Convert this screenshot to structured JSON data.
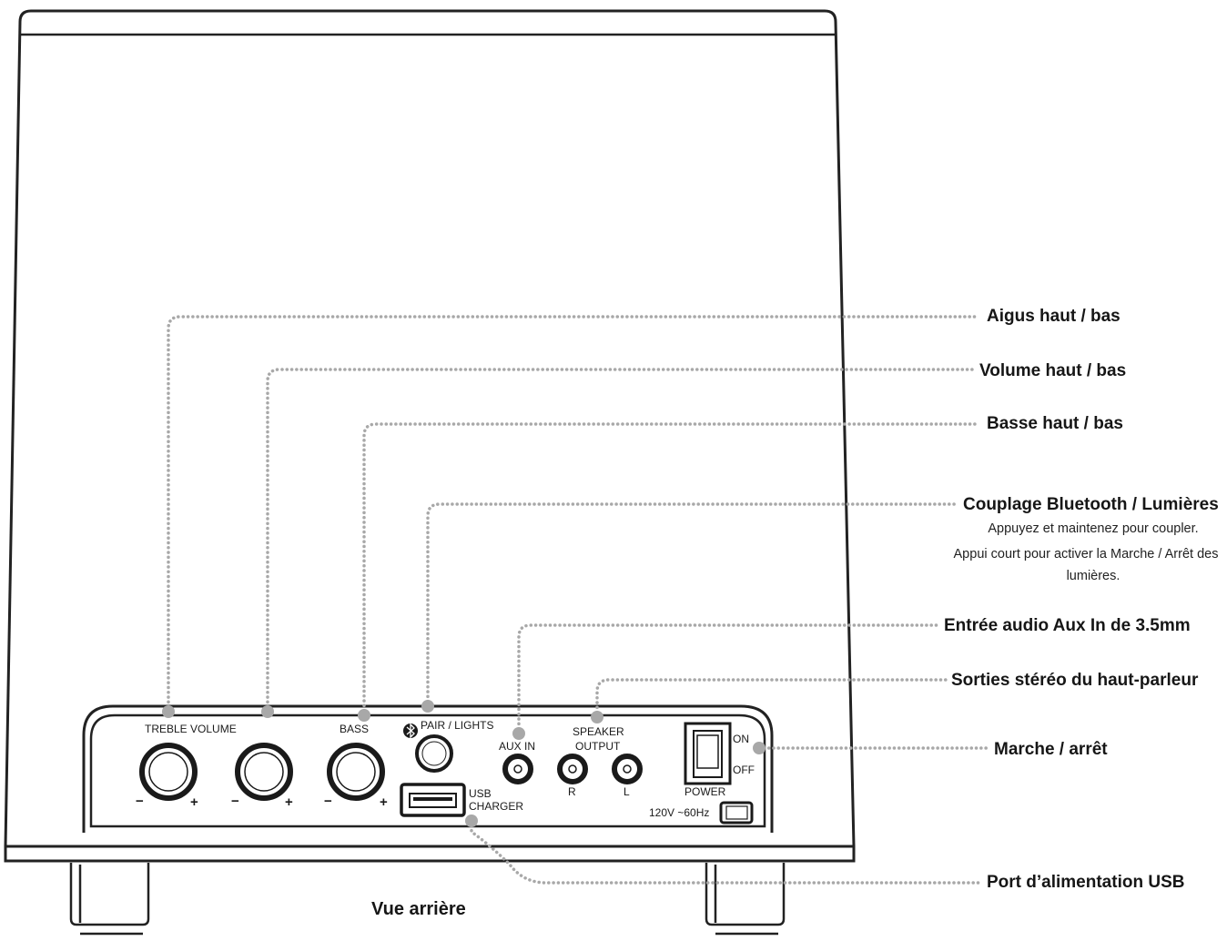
{
  "callouts": {
    "treble": "Aigus haut / bas",
    "volume": "Volume haut / bas",
    "bass": "Basse haut / bas",
    "bluetooth": {
      "title": "Couplage Bluetooth / Lumières",
      "line1": "Appuyez et maintenez pour coupler.",
      "line2": "Appui court pour activer la Marche / Arrêt des",
      "line3": "lumières."
    },
    "aux": "Entrée audio Aux In de 3.5mm",
    "speaker": "Sorties stéréo du haut-parleur",
    "power": "Marche / arrêt",
    "usb": "Port d’alimentation USB"
  },
  "panel": {
    "treble_volume": "TREBLE VOLUME",
    "bass": "BASS",
    "pair_lights": "PAIR / LIGHTS",
    "aux_in": "AUX IN",
    "speaker_line1": "SPEAKER",
    "speaker_line2": "OUTPUT",
    "r": "R",
    "l": "L",
    "on": "ON",
    "off": "OFF",
    "power": "POWER",
    "usb_line1": "USB",
    "usb_line2": "CHARGER",
    "voltage": "120V ~60Hz",
    "minus": "−",
    "plus": "+"
  },
  "caption": "Vue arrière"
}
